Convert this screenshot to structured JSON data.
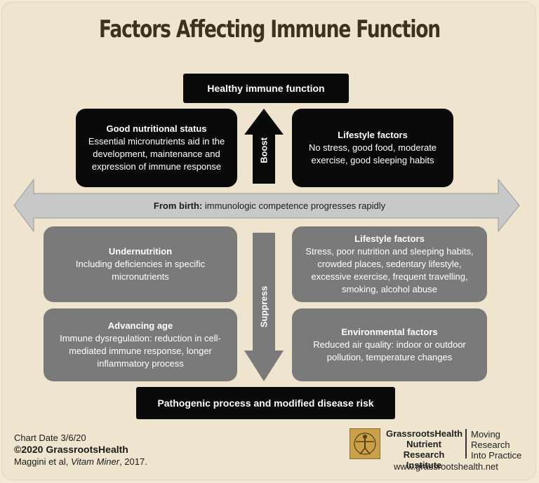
{
  "title": "Factors Affecting Immune Function",
  "top_banner": "Healthy immune function",
  "good_nutrition": {
    "heading": "Good nutritional status",
    "text": "Essential micronutrients aid in the development, maintenance and expression of immune response"
  },
  "lifestyle_good": {
    "heading": "Lifestyle factors",
    "text": "No stress, good food, moderate exercise, good sleeping habits"
  },
  "boost_label": "Boost",
  "birth_bold": "From birth:",
  "birth_text": "immunologic competence progresses rapidly",
  "undernutrition": {
    "heading": "Undernutrition",
    "text": "Including deficiencies in specific micronutrients"
  },
  "lifestyle_bad": {
    "heading": "Lifestyle factors",
    "text": "Stress, poor nutrition and sleeping habits, crowded places, sedentary lifestyle, excessive exercise, frequent travelling, smoking, alcohol abuse"
  },
  "suppress_label": "Suppress",
  "advancing_age": {
    "heading": "Advancing age",
    "text": "Immune dysregulation: reduction in cell-mediated immune response, longer inflammatory process"
  },
  "environmental": {
    "heading": "Environmental factors",
    "text": "Reduced air quality: indoor or outdoor pollution, temperature changes"
  },
  "bottom_banner": "Pathogenic process and modified disease risk",
  "footer": {
    "chart_date": "Chart Date 3/6/20",
    "copyright": "©2020 GrassrootsHealth",
    "citation_authors": "Maggini et al, ",
    "citation_journal": "Vitam Miner",
    "citation_year": ", 2017.",
    "org_line1": "GrassrootsHealth",
    "org_line2": "Nutrient",
    "org_line3": "Research Institute",
    "tagline1": "Moving",
    "tagline2": "Research",
    "tagline3": "Into Practice",
    "url": "www.grassrootshealth.net"
  },
  "colors": {
    "background": "#efe5cf",
    "dark_box": "#0a0a0a",
    "gray_box": "#7a7a7a",
    "arrow_gray": "#c8c8c8"
  }
}
